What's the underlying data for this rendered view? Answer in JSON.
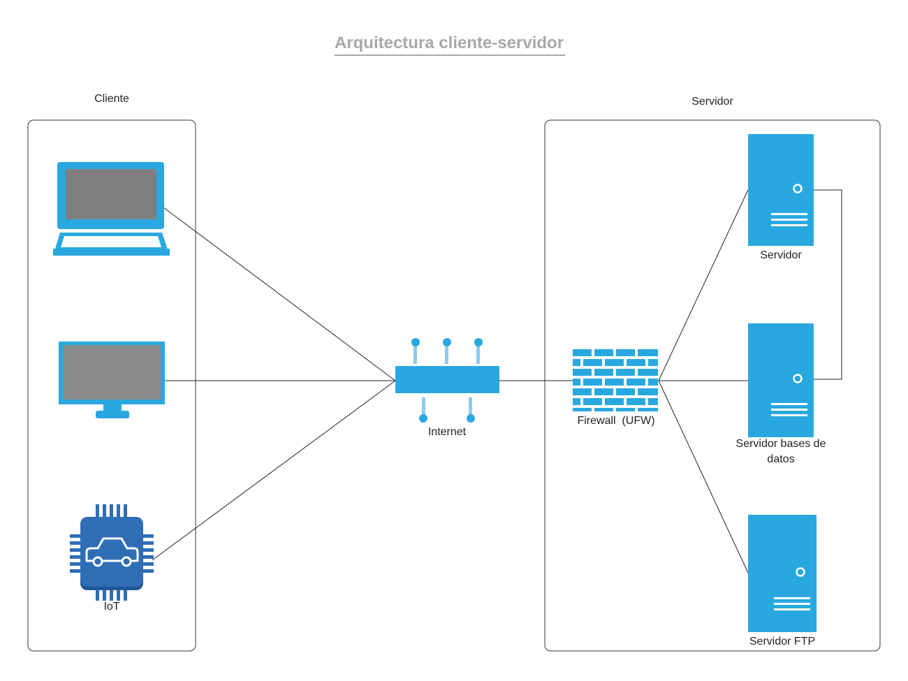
{
  "title": "Arquitectura cliente-servidor",
  "colors": {
    "accent": "#29a8e0",
    "iot_blue": "#2f6db5",
    "screen_gray": "#7f7f7f",
    "title_gray": "#a8a8a8"
  },
  "groups": {
    "client": {
      "label": "Cliente"
    },
    "server": {
      "label": "Servidor"
    }
  },
  "nodes": {
    "laptop": {
      "icon": "laptop-icon"
    },
    "monitor": {
      "icon": "monitor-icon"
    },
    "iot": {
      "label": "IoT",
      "icon": "chip-car-icon"
    },
    "internet": {
      "label": "Internet",
      "icon": "router-icon"
    },
    "firewall": {
      "label": "Firewall  (UFW)",
      "icon": "firewall-icon"
    },
    "server_main": {
      "label": "Servidor",
      "icon": "server-icon"
    },
    "server_db": {
      "label_line1": "Servidor bases de",
      "label_line2": "datos",
      "icon": "server-icon"
    },
    "server_ftp": {
      "label": "Servidor FTP",
      "icon": "server-icon"
    }
  },
  "connections": [
    [
      "laptop",
      "internet"
    ],
    [
      "monitor",
      "internet"
    ],
    [
      "iot",
      "internet"
    ],
    [
      "internet",
      "firewall"
    ],
    [
      "firewall",
      "server_main"
    ],
    [
      "firewall",
      "server_db"
    ],
    [
      "firewall",
      "server_ftp"
    ],
    [
      "server_main",
      "server_db"
    ]
  ]
}
